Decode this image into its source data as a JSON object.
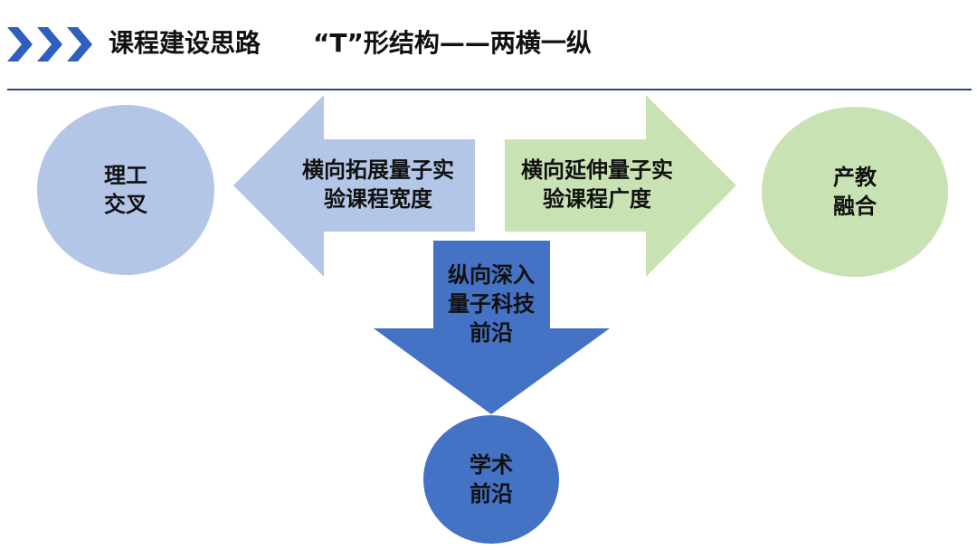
{
  "header": {
    "title": "课程建设思路",
    "subtitle": "“T”形结构——两横一纵"
  },
  "colors": {
    "accent_blue": "#2f5fbe",
    "light_blue": "#b4c6e7",
    "light_green": "#c9e2b3",
    "arrow_blue": "#4472c4",
    "divider": "#2f4a7a"
  },
  "diagram": {
    "left_circle": {
      "line1": "理工",
      "line2": "交叉"
    },
    "left_arrow": {
      "line1": "横向拓展量子实",
      "line2": "验课程宽度"
    },
    "right_arrow": {
      "line1": "横向延伸量子实",
      "line2": "验课程广度"
    },
    "right_circle": {
      "line1": "产教",
      "line2": "融合"
    },
    "down_arrow": {
      "line1": "纵向深入",
      "line2": "量子科技",
      "line3": "前沿"
    },
    "bottom_circle": {
      "line1": "学术",
      "line2": "前沿"
    }
  }
}
